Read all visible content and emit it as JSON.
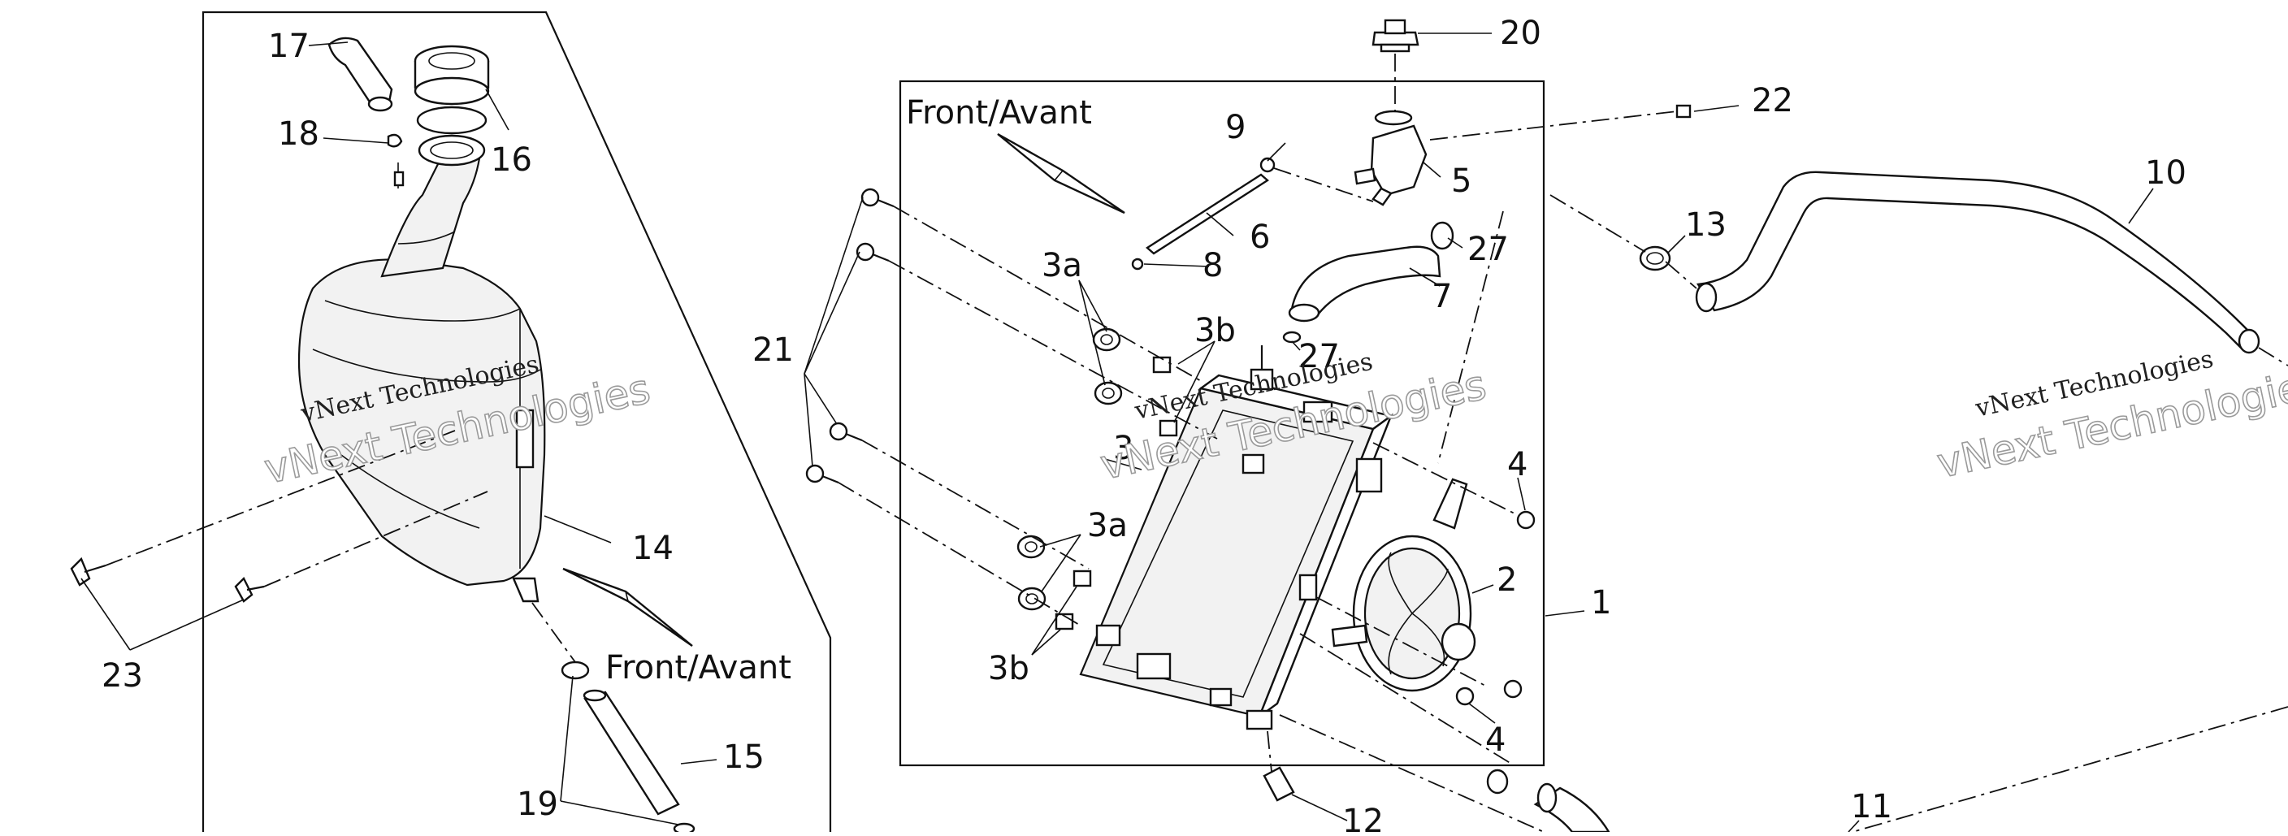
{
  "callouts": {
    "c1": "1",
    "c2": "2",
    "c3": "3",
    "c3a_top": "3a",
    "c3a_bottom": "3a",
    "c3b_top": "3b",
    "c3b_bottom": "3b",
    "c4_top": "4",
    "c4_bottom": "4",
    "c5": "5",
    "c6": "6",
    "c7": "7",
    "c8": "8",
    "c9": "9",
    "c10": "10",
    "c11": "11",
    "c12": "12",
    "c13": "13",
    "c14": "14",
    "c15": "15",
    "c16": "16",
    "c17": "17",
    "c18": "18",
    "c19": "19",
    "c20": "20",
    "c21": "21",
    "c22": "22",
    "c23": "23",
    "c27_top": "27",
    "c27_bottom": "27"
  },
  "front_labels": {
    "tank": "Front/Avant",
    "radiator": "Front/Avant"
  },
  "watermark": {
    "line1": "vNext Technologies",
    "line2": "vNext Technologies"
  }
}
